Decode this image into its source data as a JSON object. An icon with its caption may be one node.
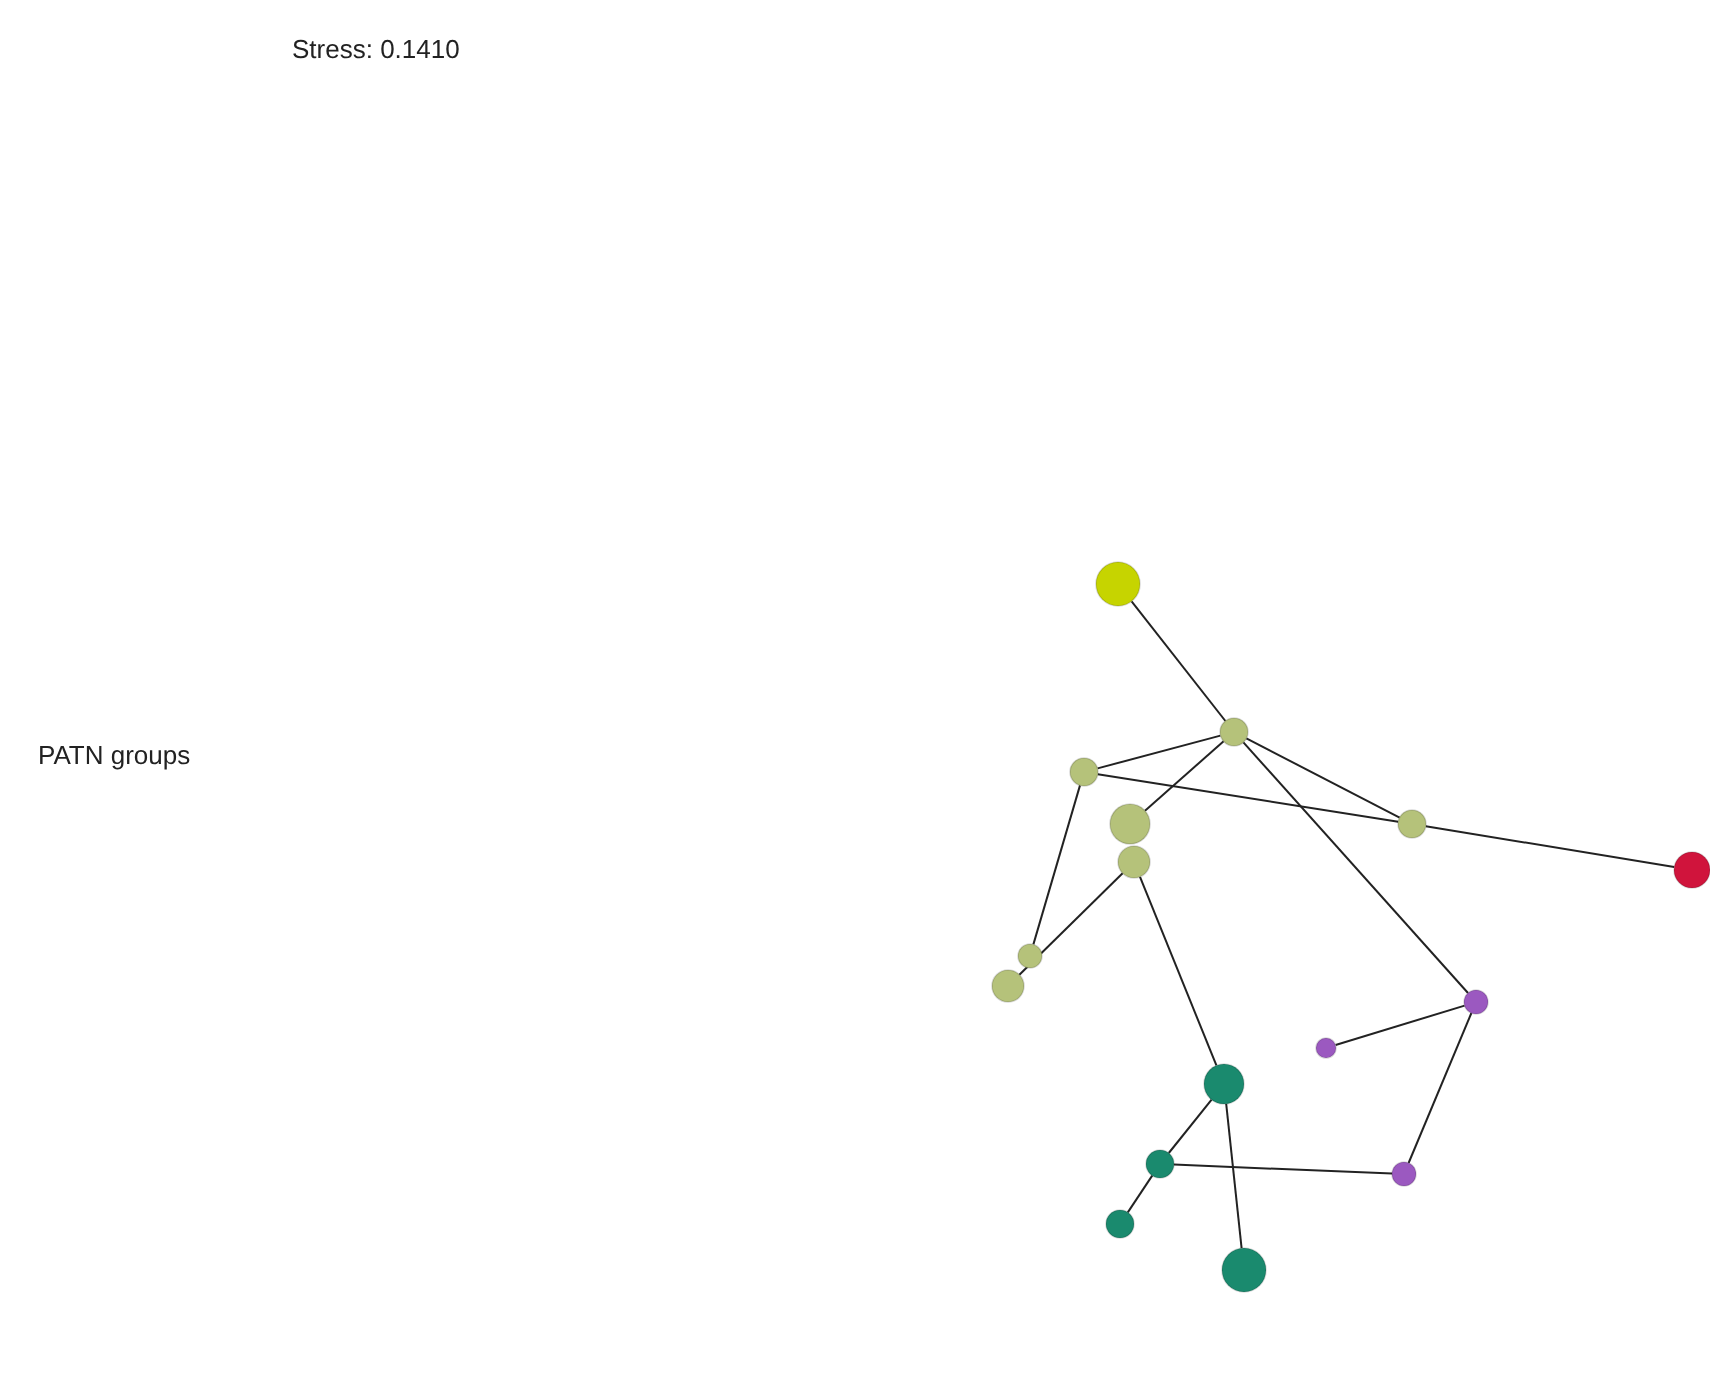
{
  "diagram": {
    "nodes": [
      {
        "text": [],
        "shape": "circle"
      },
      {
        "text": [],
        "shape": "circle"
      },
      {
        "text": [],
        "shape": "circle"
      },
      {
        "text": [],
        "shape": "circle"
      },
      {
        "text": [],
        "shape": "circle"
      },
      {
        "text": [],
        "shape": "circle"
      },
      {
        "text": [],
        "shape": "circle"
      },
      {
        "text": [],
        "shape": "circle"
      },
      {
        "text": [],
        "shape": "circle"
      },
      {
        "text": [],
        "shape": "circle"
      },
      {
        "text": [],
        "shape": "circle"
      },
      {
        "text": [],
        "shape": "circle"
      },
      {
        "text": [],
        "shape": "circle"
      },
      {
        "text": [],
        "shape": "circle"
      },
      {
        "text": [],
        "shape": "circle"
      },
      {
        "text": [],
        "shape": "circle"
      }
    ],
    "edges": [
      {
        "from": 0,
        "to": 1,
        "arrow": "none"
      },
      {
        "from": 1,
        "to": 2,
        "arrow": "none"
      },
      {
        "from": 1,
        "to": 5,
        "arrow": "none"
      },
      {
        "from": 1,
        "to": 3,
        "arrow": "none"
      },
      {
        "from": 1,
        "to": 9,
        "arrow": "none"
      },
      {
        "from": 2,
        "to": 5,
        "arrow": "none"
      },
      {
        "from": 5,
        "to": 6,
        "arrow": "none"
      },
      {
        "from": 2,
        "to": 7,
        "arrow": "none"
      },
      {
        "from": 4,
        "to": 8,
        "arrow": "none"
      },
      {
        "from": 4,
        "to": 11,
        "arrow": "none"
      },
      {
        "from": 9,
        "to": 10,
        "arrow": "none"
      },
      {
        "from": 9,
        "to": 13,
        "arrow": "none"
      },
      {
        "from": 11,
        "to": 12,
        "arrow": "none"
      },
      {
        "from": 11,
        "to": 15,
        "arrow": "none"
      },
      {
        "from": 12,
        "to": 13,
        "arrow": "none"
      },
      {
        "from": 12,
        "to": 14,
        "arrow": "none"
      }
    ],
    "labels": [
      "Stress: 0.1410",
      "PATN groups"
    ]
  }
}
